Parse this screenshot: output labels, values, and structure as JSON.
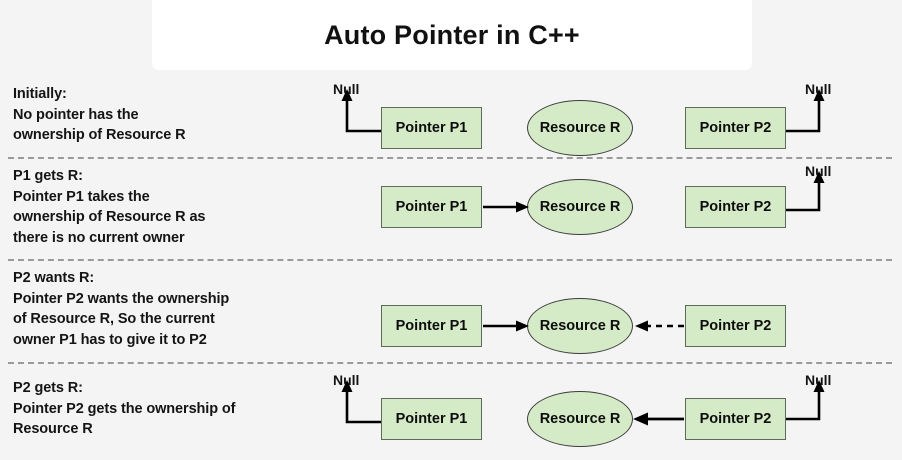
{
  "title": "Auto Pointer in C++",
  "colors": {
    "background": "#f4f4f4",
    "title_card": "#ffffff",
    "node_fill": "#d5ebc7",
    "box_stroke": "#5f6b5a",
    "ellipse_stroke": "#3c3c3c",
    "arrow": "#000000",
    "separator": "#9a9a9a",
    "text": "#141414"
  },
  "labels": {
    "pointer_p1": "Pointer P1",
    "pointer_p2": "Pointer P2",
    "resource_r": "Resource R",
    "null": "Null"
  },
  "rows": [
    {
      "id": "initially",
      "heading": "Initially:",
      "caption": "Initially:\nNo pointer has the\nownership of Resource R",
      "p1_label": "Pointer P1",
      "p2_label": "Pointer P2",
      "resource_label": "Resource R",
      "p1_null_label": "Null",
      "p2_null_label": "Null",
      "p1_owns": false,
      "p2_owns": false,
      "arrow_style": "none"
    },
    {
      "id": "p1-gets-r",
      "heading": "P1 gets R:",
      "caption": "P1 gets R:\nPointer P1 takes the\nownership of Resource R as\nthere is no current owner",
      "p1_label": "Pointer P1",
      "p2_label": "Pointer P2",
      "resource_label": "Resource R",
      "p1_null_label": "",
      "p2_null_label": "Null",
      "p1_owns": true,
      "p2_owns": false,
      "arrow_style": "solid-right"
    },
    {
      "id": "p2-wants-r",
      "heading": "P2 wants R:",
      "caption": "P2 wants R:\nPointer P2 wants the ownership\nof Resource R, So the current\nowner P1 has to give it to P2",
      "p1_label": "Pointer P1",
      "p2_label": "Pointer P2",
      "resource_label": "Resource R",
      "p1_null_label": "",
      "p2_null_label": "",
      "p1_owns": true,
      "p2_owns": false,
      "arrow_style": "solid-right-and-dashed-left"
    },
    {
      "id": "p2-gets-r",
      "heading": "P2 gets R:",
      "caption": "P2 gets R:\nPointer P2 gets the ownership of\nResource R",
      "p1_label": "Pointer P1",
      "p2_label": "Pointer P2",
      "resource_label": "Resource R",
      "p1_null_label": "Null",
      "p2_null_label": "Null",
      "p1_owns": false,
      "p2_owns": true,
      "arrow_style": "solid-left"
    }
  ]
}
